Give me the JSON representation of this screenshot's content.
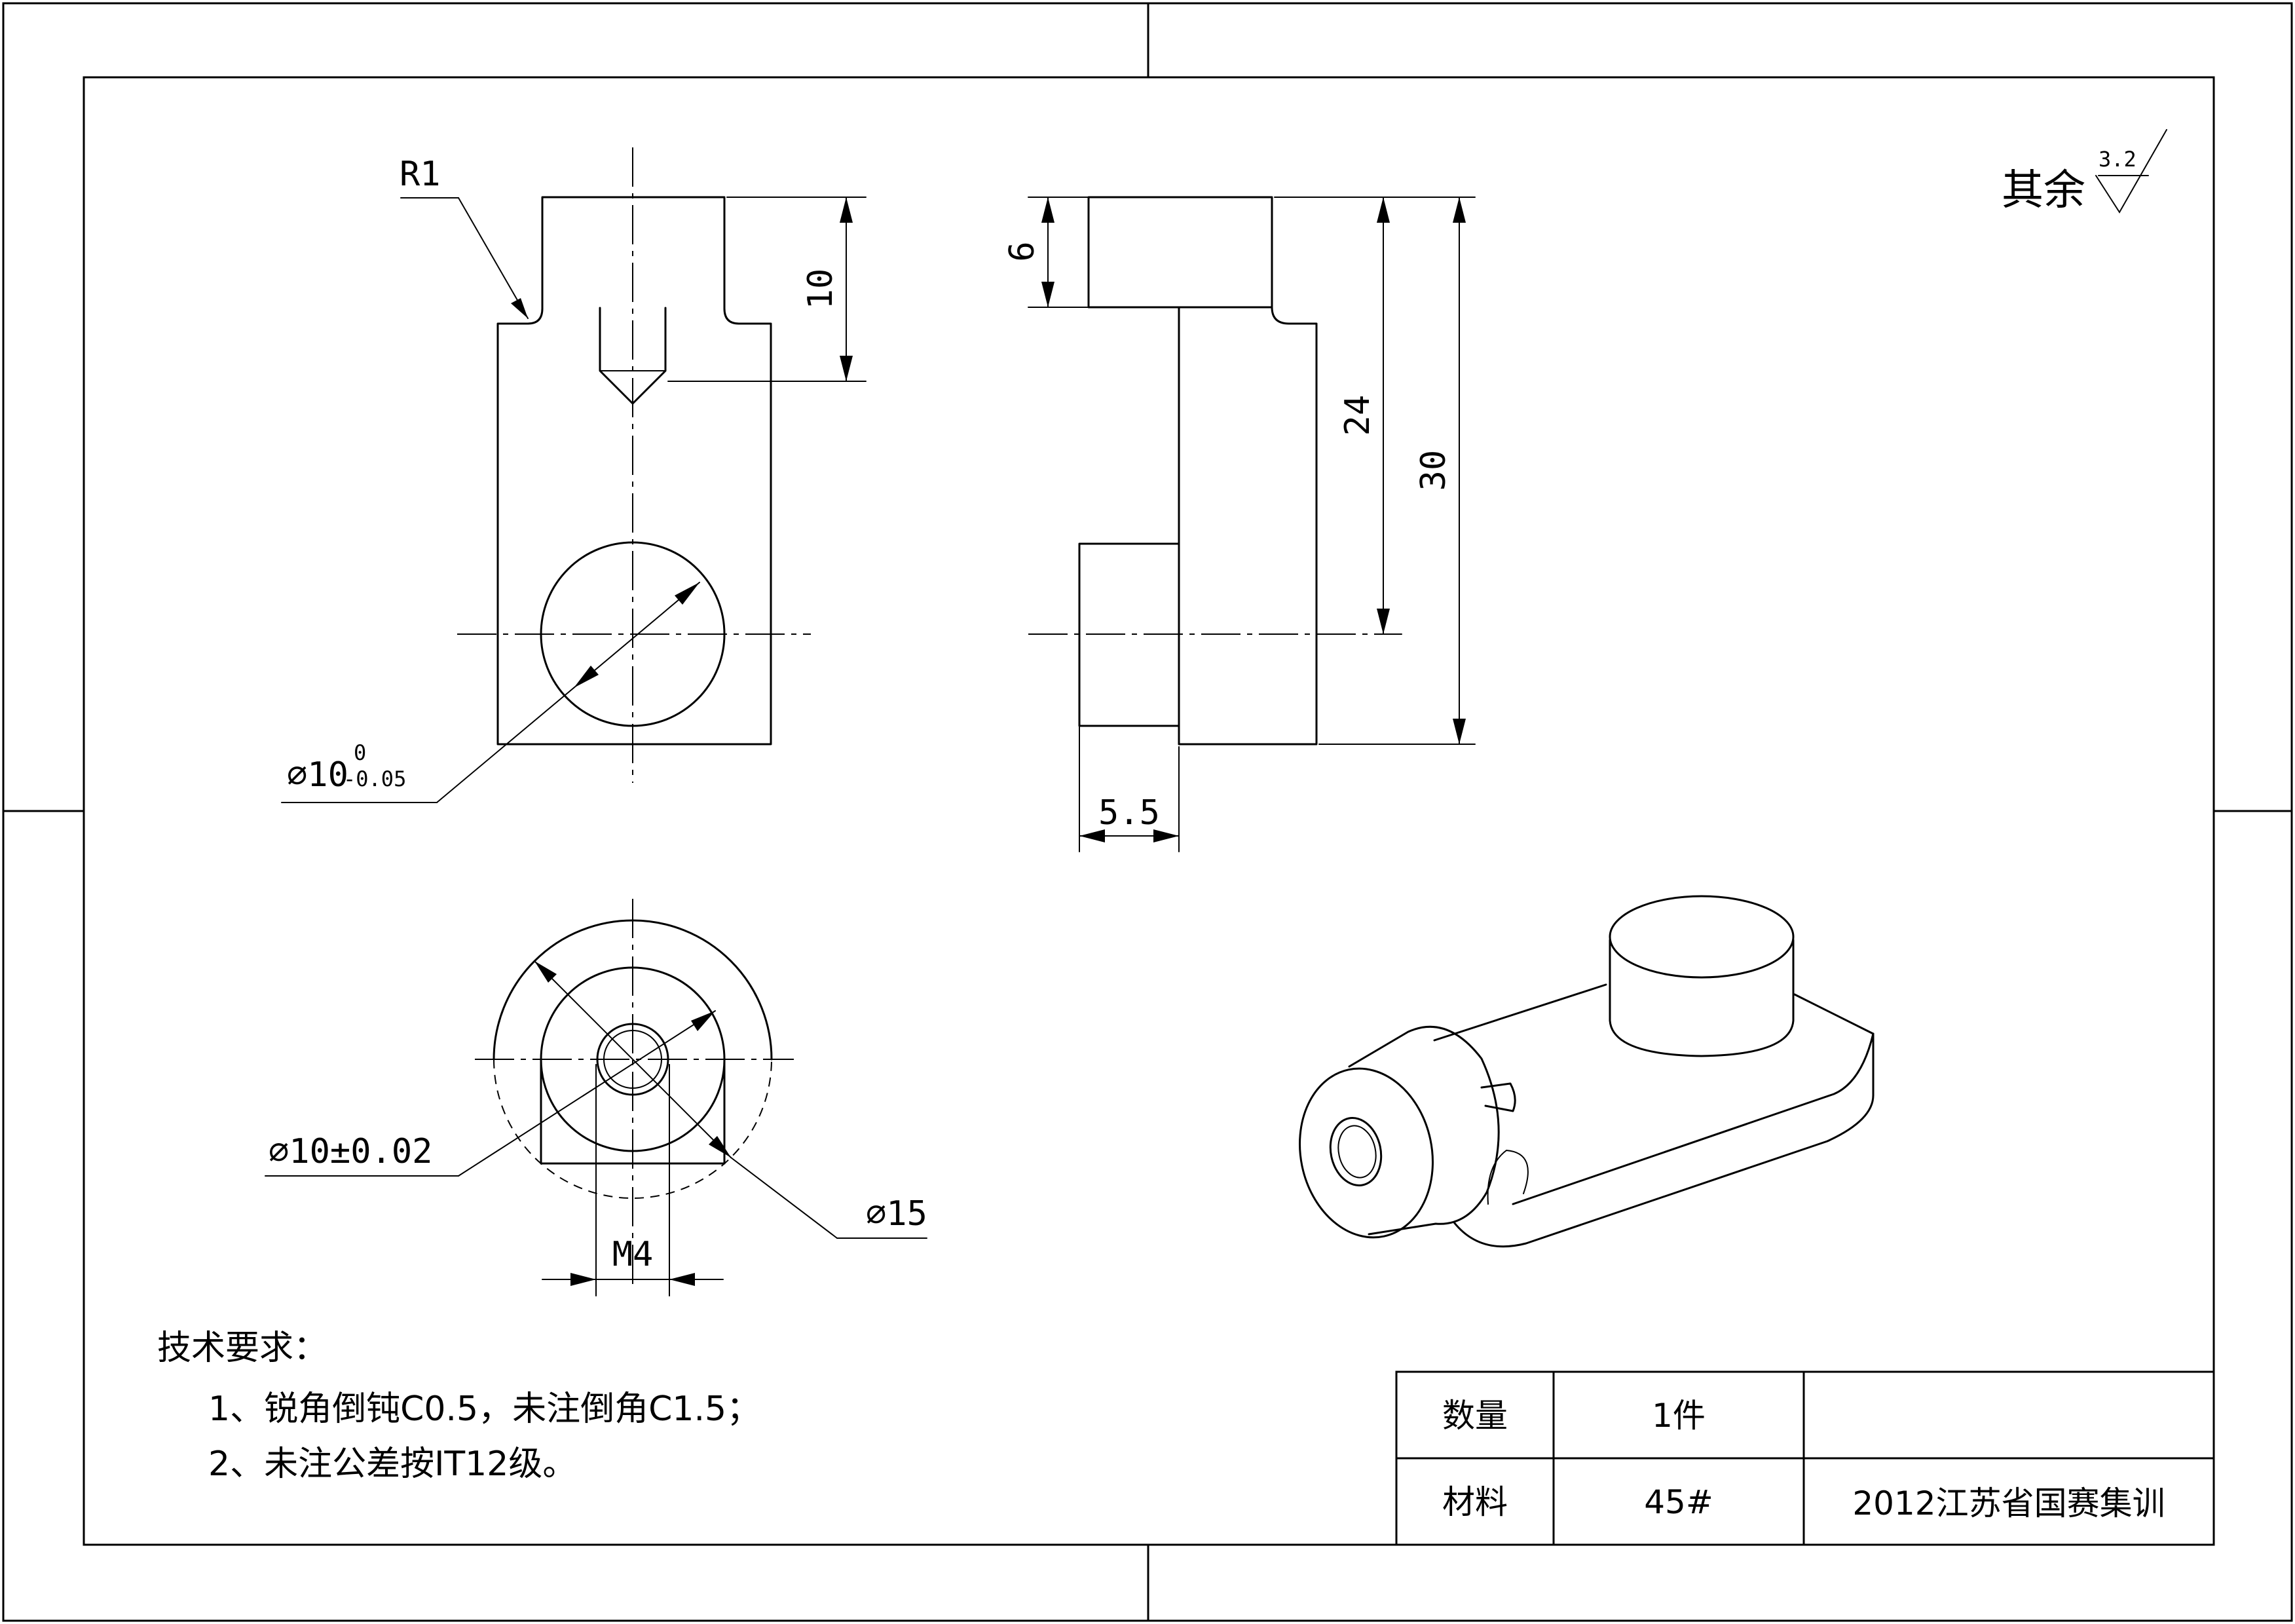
{
  "dimensions": {
    "r1": "R1",
    "head_height": "10",
    "flange_height": "6",
    "height_24": "24",
    "height_30": "30",
    "offset_5_5": "5.5",
    "bore_diameter": "⌀10",
    "bore_tol_upper": "0",
    "bore_tol_lower": "-0.05",
    "pin_diameter": "⌀10±0.02",
    "outer_diameter": "⌀15",
    "thread": "M4"
  },
  "surface_finish": {
    "label": "其余",
    "value": "3.2"
  },
  "tech_requirements": {
    "title": "技术要求：",
    "items": [
      "1、锐角倒钝C0.5，未注倒角C1.5；",
      "2、未注公差按IT12级。"
    ]
  },
  "title_block": {
    "qty_label": "数量",
    "qty_value": "1件",
    "material_label": "材料",
    "material_value": "45#",
    "project": "2012江苏省国赛集训"
  }
}
